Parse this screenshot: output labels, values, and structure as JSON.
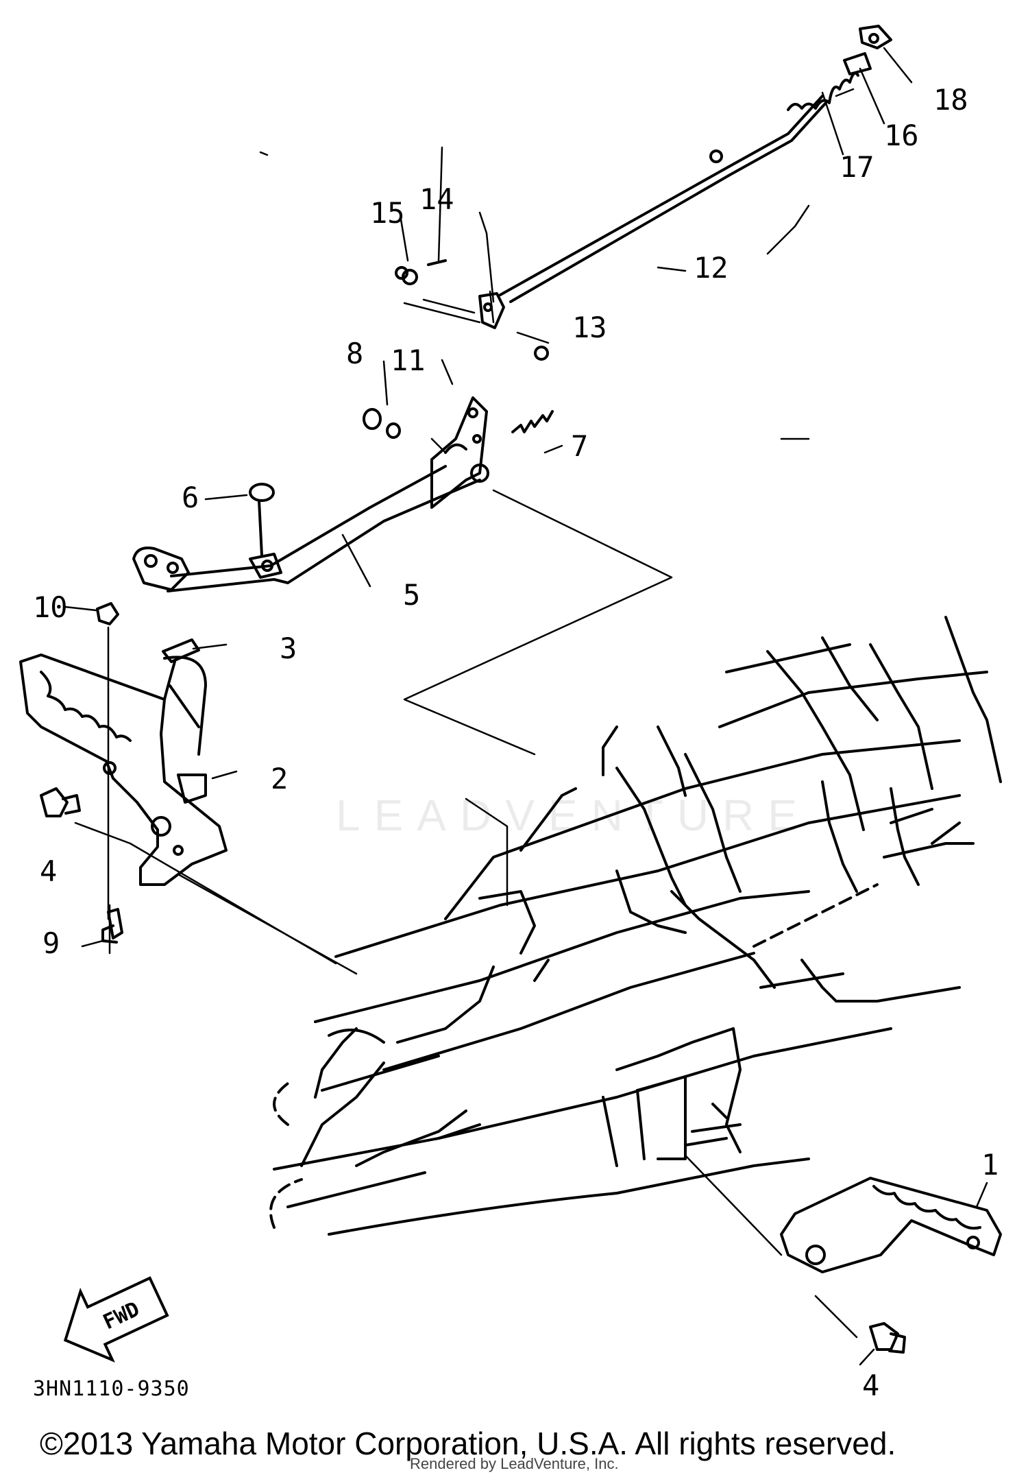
{
  "diagram": {
    "callouts": [
      "1",
      "2",
      "3",
      "4",
      "4",
      "5",
      "6",
      "7",
      "8",
      "9",
      "10",
      "11",
      "12",
      "13",
      "14",
      "15",
      "16",
      "17",
      "18"
    ],
    "direction_badge": "FWD",
    "part_code": "3HN1110-9350",
    "watermark": "LEADVENTURE",
    "copyright": "©2013 Yamaha Motor Corporation, U.S.A. All rights reserved.",
    "render_credit": "Rendered by LeadVenture, Inc."
  }
}
